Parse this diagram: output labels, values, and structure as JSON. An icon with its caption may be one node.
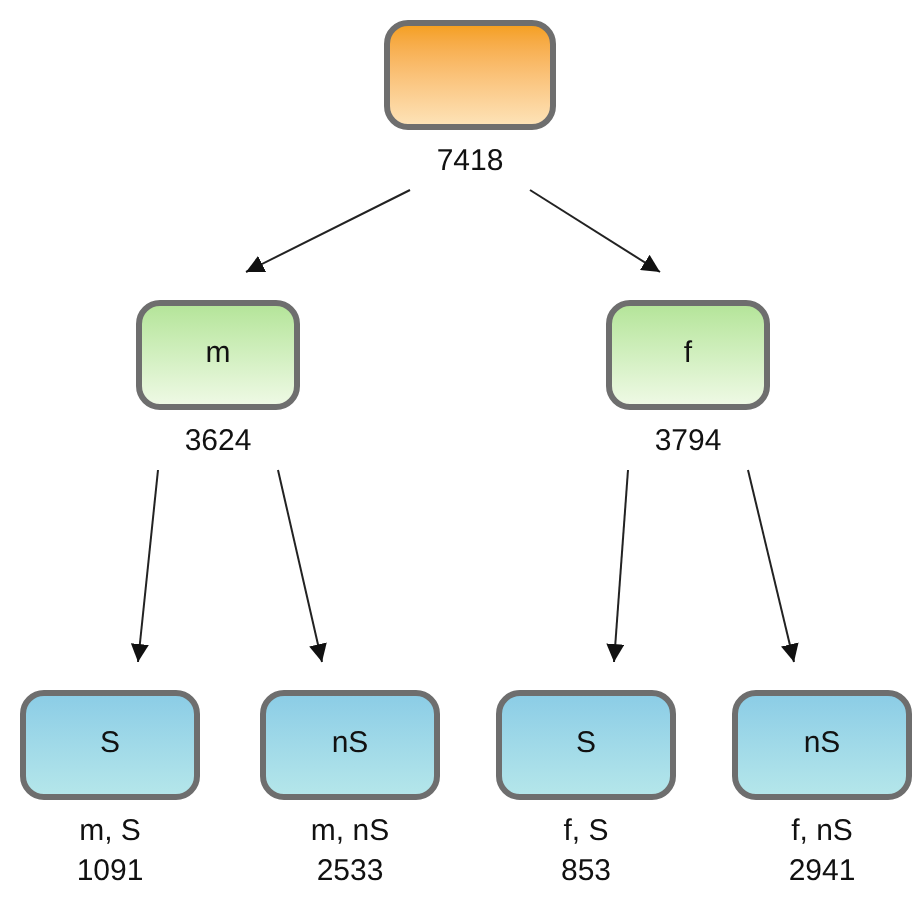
{
  "diagram": {
    "nodes": [
      {
        "text": [],
        "shape": "box",
        "beside": [
          "7418"
        ]
      },
      {
        "text": [
          "m"
        ],
        "beside": [
          "3624"
        ]
      },
      {
        "text": [
          "f"
        ],
        "beside": [
          "3794"
        ]
      },
      {
        "text": [
          "S"
        ],
        "beside": [
          "m, S",
          "1091"
        ]
      },
      {
        "text": [
          "nS"
        ],
        "beside": [
          "m, nS",
          "2533"
        ]
      },
      {
        "text": [
          "S"
        ],
        "beside": [
          "f, S",
          "853"
        ]
      },
      {
        "text": [
          "nS"
        ],
        "beside": [
          "f, nS",
          "2941"
        ]
      }
    ],
    "edges": [
      {
        "from": 0,
        "to": 1,
        "arrow": "to"
      },
      {
        "from": 0,
        "to": 2,
        "arrow": "to"
      },
      {
        "from": 1,
        "to": 3,
        "arrow": "to"
      },
      {
        "from": 1,
        "to": 4,
        "arrow": "to"
      },
      {
        "from": 2,
        "to": 5,
        "arrow": "to"
      },
      {
        "from": 2,
        "to": 6,
        "arrow": "to"
      }
    ]
  }
}
